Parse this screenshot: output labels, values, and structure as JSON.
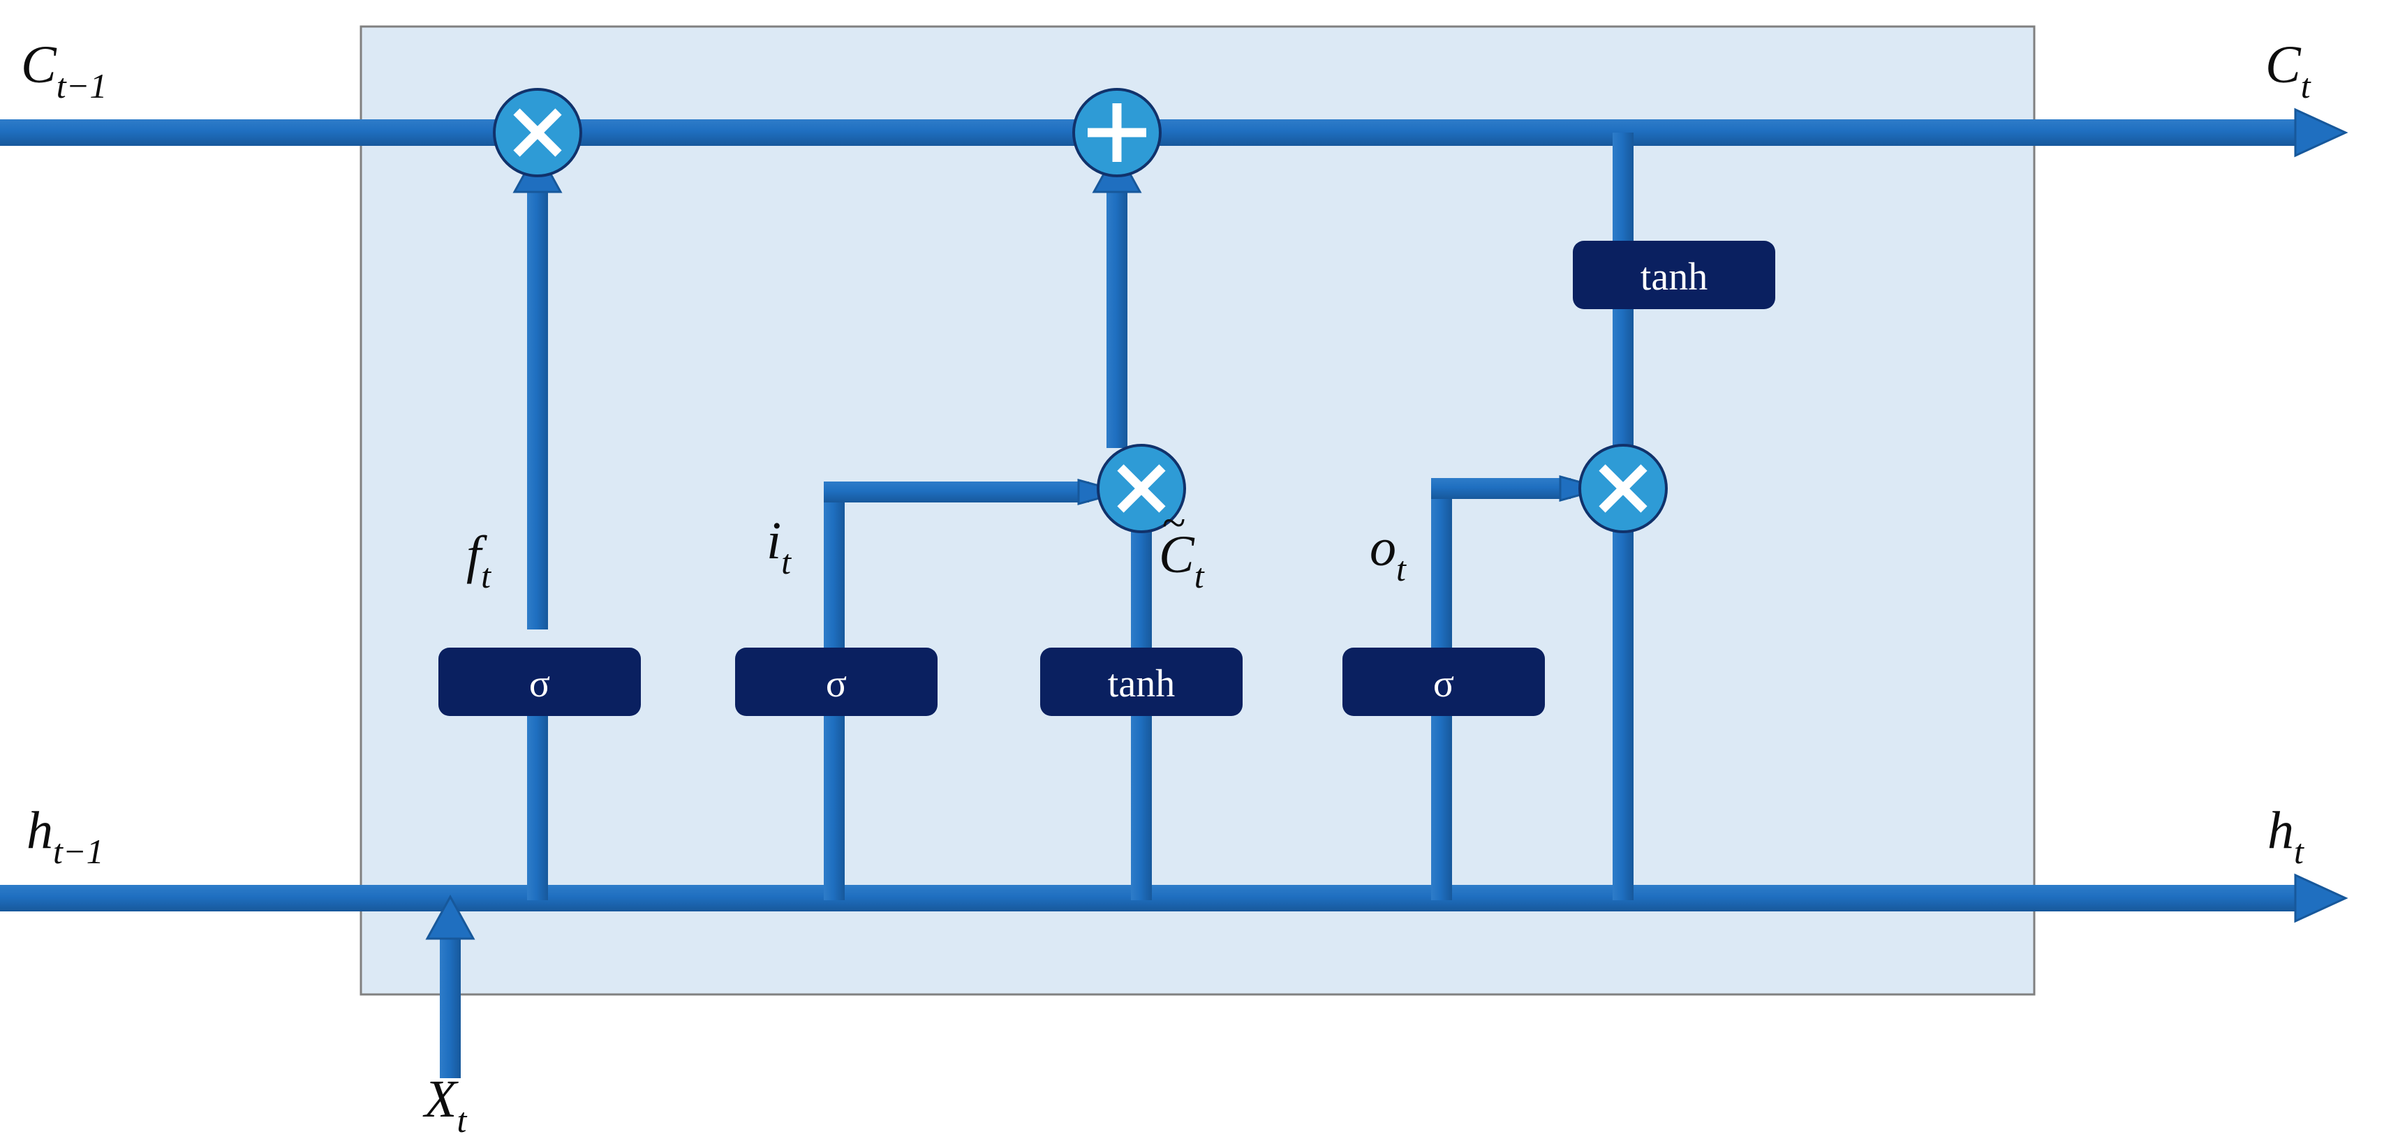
{
  "figure": {
    "title": "LSTM cell diagram",
    "type": "diagram"
  },
  "colors": {
    "panel_fill": "#DCE9F5",
    "panel_border": "#808080",
    "line_blue": "#1F6FC0",
    "line_blue_dark": "#17589B",
    "gate_circle_fill": "#2E9BD6",
    "gate_circle_border": "#11326B",
    "activation_box_fill": "#0A2060",
    "text_dark": "#0D0D0D",
    "glyph_white": "#FFFFFF",
    "page_background": "#FFFFFF"
  },
  "io_labels": {
    "cell_state_in": "C",
    "cell_state_in_sub": "t−1",
    "cell_state_out": "C",
    "cell_state_out_sub": "t",
    "hidden_state_in": "h",
    "hidden_state_in_sub": "t−1",
    "hidden_state_out": "h",
    "hidden_state_out_sub": "t",
    "input": "X",
    "input_sub": "t"
  },
  "gate_labels": {
    "forget": "f",
    "forget_sub": "t",
    "input": "i",
    "input_sub": "t",
    "candidate": "C",
    "candidate_sub": "t",
    "candidate_accent": "~",
    "output": "o",
    "output_sub": "t"
  },
  "activations": [
    {
      "id": "forget-sigmoid",
      "label": "σ"
    },
    {
      "id": "input-sigmoid",
      "label": "σ"
    },
    {
      "id": "candidate-tanh",
      "label": "tanh"
    },
    {
      "id": "output-sigmoid",
      "label": "σ"
    },
    {
      "id": "cellstate-tanh",
      "label": "tanh"
    }
  ],
  "operators": [
    {
      "id": "forget-multiply",
      "glyph": "×",
      "name": "multiply"
    },
    {
      "id": "state-add",
      "glyph": "+",
      "name": "add"
    },
    {
      "id": "input-multiply",
      "glyph": "×",
      "name": "multiply"
    },
    {
      "id": "output-multiply",
      "glyph": "×",
      "name": "multiply"
    }
  ]
}
